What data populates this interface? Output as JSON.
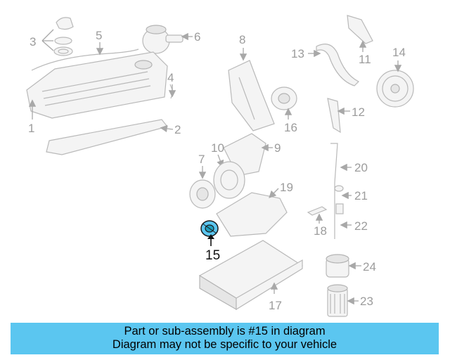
{
  "highlight_color": "#5bc6f0",
  "highlight_part_color": "#1e9fbf",
  "banner_color": "#5bc6f0",
  "callouts": {
    "p1": "1",
    "p2": "2",
    "p3": "3",
    "p4": "4",
    "p5": "5",
    "p6": "6",
    "p7": "7",
    "p8": "8",
    "p9": "9",
    "p10": "10",
    "p11": "11",
    "p12": "12",
    "p13": "13",
    "p14": "14",
    "p15": "15",
    "p16": "16",
    "p17": "17",
    "p18": "18",
    "p19": "19",
    "p20": "20",
    "p21": "21",
    "p22": "22",
    "p23": "23",
    "p24": "24"
  },
  "banner": {
    "line1": "Part or sub-assembly is #15 in diagram",
    "line2": "Diagram may not be specific to your vehicle"
  }
}
